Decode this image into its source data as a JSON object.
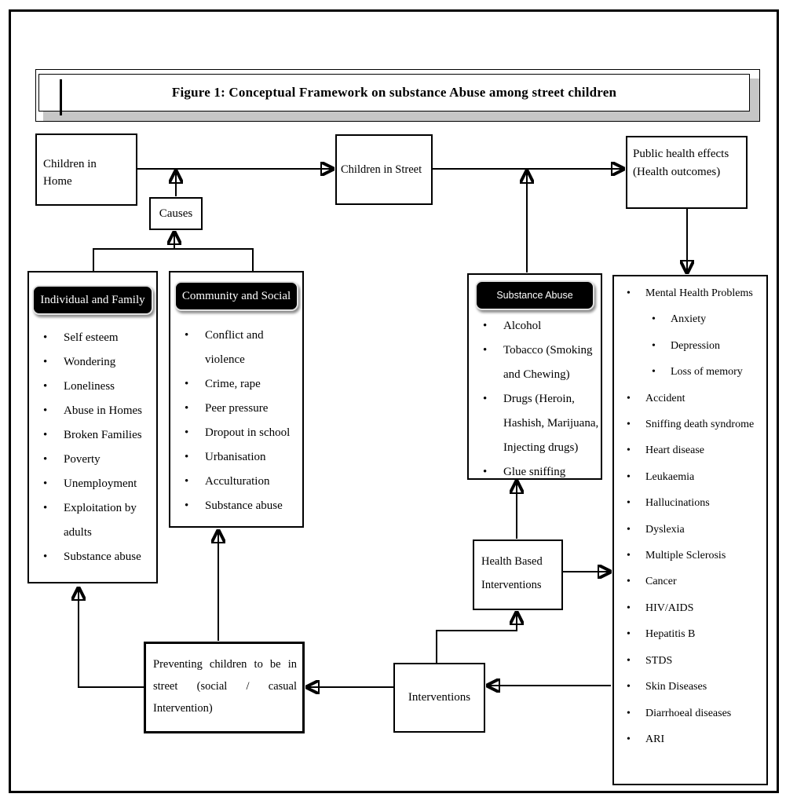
{
  "title_bar": {
    "title": "Figure 1: Conceptual Framework on substance Abuse among street children"
  },
  "boxes": {
    "children_in_home": {
      "label": "Children in Home"
    },
    "causes": {
      "label": "Causes"
    },
    "children_in_street": {
      "label": "Children in Street"
    },
    "public_health_effects": {
      "label": "Public health effects (Health outcomes)"
    },
    "individual_family": {
      "header": "Individual and Family",
      "items": [
        "Self esteem",
        "Wondering",
        "Loneliness",
        "Abuse in Homes",
        "Broken Families",
        "Poverty",
        "Unemployment",
        "Exploitation by adults",
        "Substance abuse"
      ]
    },
    "community_social": {
      "header": "Community and Social",
      "items": [
        "Conflict and violence",
        "Crime, rape",
        "Peer pressure",
        "Dropout in school",
        "Urbanisation",
        "Acculturation",
        "Substance abuse"
      ]
    },
    "substance_abuse": {
      "header": "Substance Abuse",
      "items": [
        "Alcohol",
        "Tobacco (Smoking and Chewing)",
        "Drugs (Heroin, Hashish, Marijuana, Injecting drugs)",
        "Glue sniffing"
      ]
    },
    "health_outcomes": {
      "items": [
        {
          "text": "Mental Health Problems",
          "level": 0
        },
        {
          "text": "Anxiety",
          "level": 1
        },
        {
          "text": "Depression",
          "level": 1
        },
        {
          "text": "Loss of memory",
          "level": 1
        },
        {
          "text": "Accident",
          "level": 0
        },
        {
          "text": "Sniffing death syndrome",
          "level": 0
        },
        {
          "text": "Heart disease",
          "level": 0
        },
        {
          "text": "Leukaemia",
          "level": 0
        },
        {
          "text": "Hallucinations",
          "level": 0
        },
        {
          "text": "Dyslexia",
          "level": 0
        },
        {
          "text": "Multiple Sclerosis",
          "level": 0
        },
        {
          "text": "Cancer",
          "level": 0
        },
        {
          "text": "HIV/AIDS",
          "level": 0
        },
        {
          "text": "Hepatitis B",
          "level": 0
        },
        {
          "text": "STDS",
          "level": 0
        },
        {
          "text": "Skin Diseases",
          "level": 0
        },
        {
          "text": "Diarrhoeal diseases",
          "level": 0
        },
        {
          "text": "ARI",
          "level": 0
        }
      ]
    },
    "health_based_interventions": {
      "label": "Health Based Interventions"
    },
    "interventions": {
      "label": "Interventions"
    },
    "preventing": {
      "label": "Preventing children to be in street (social / casual Intervention)"
    }
  },
  "colors": {
    "box_border": "#000000",
    "pill_background": "#000000",
    "pill_text": "#ffffff",
    "title_bevel_gray": "#c6c6c6",
    "background": "#ffffff"
  }
}
